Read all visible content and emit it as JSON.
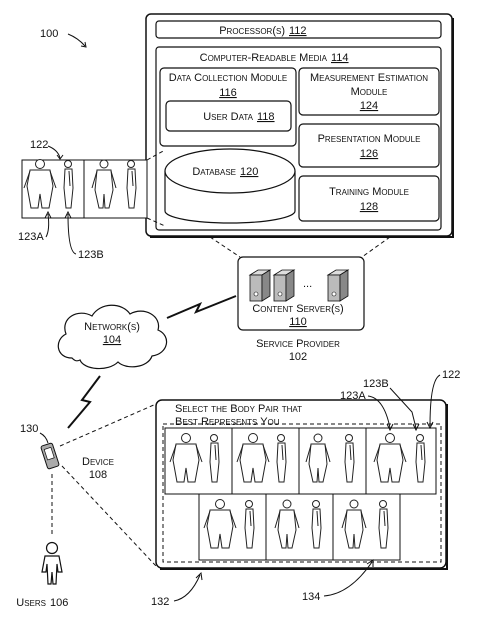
{
  "figure": {
    "ref_100": "100",
    "processor": {
      "label": "Processor(s)",
      "num": "112"
    },
    "crm": {
      "label": "Computer-Readable Media",
      "num": "114"
    },
    "data_collection": {
      "label": "Data Collection Module",
      "num": "116"
    },
    "user_data": {
      "label": "User Data",
      "num": "118"
    },
    "database": {
      "label": "Database",
      "num": "120"
    },
    "measurement": {
      "line1": "Measurement Estimation",
      "line2": "Module",
      "num": "124"
    },
    "presentation": {
      "label": "Presentation Module",
      "num": "126"
    },
    "training": {
      "label": "Training Module",
      "num": "128"
    },
    "content_servers": {
      "label": "Content Server(s)",
      "num": "110",
      "ellipsis": "..."
    },
    "service_provider": {
      "label": "Service Provider",
      "num": "102"
    },
    "network": {
      "label": "Network(s)",
      "num": "104"
    },
    "device": {
      "ref": "130",
      "label": "Device",
      "num": "108"
    },
    "users": {
      "label": "Users",
      "num": "106"
    },
    "refs": {
      "r122_left": "122",
      "r123a_left": "123A",
      "r123b_left": "123B",
      "r123b_right": "123B",
      "r123a_right": "123A",
      "r122_right": "122",
      "r132": "132",
      "r134": "134"
    },
    "screen": {
      "line1": "Select the Body Pair that",
      "line2": "Best Represents You"
    }
  }
}
